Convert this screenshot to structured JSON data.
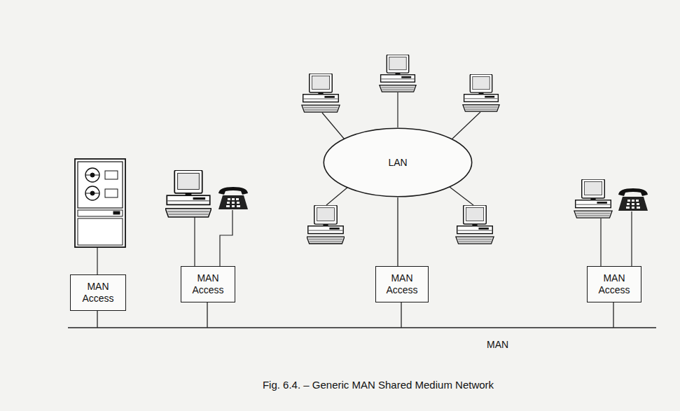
{
  "diagram": {
    "caption": "Fig. 6.4. – Generic MAN Shared Medium Network",
    "nodes": [
      {
        "text": [
          "LAN"
        ]
      },
      {
        "text": [
          "MAN Access"
        ]
      },
      {
        "text": [
          "MAN Access"
        ]
      },
      {
        "text": [
          "MAN Access"
        ]
      },
      {
        "text": [
          "MAN Access"
        ]
      }
    ],
    "edges": [
      {
        "from": 0,
        "to": 3,
        "arrow": "none"
      }
    ],
    "labels": [
      "MAN"
    ]
  }
}
